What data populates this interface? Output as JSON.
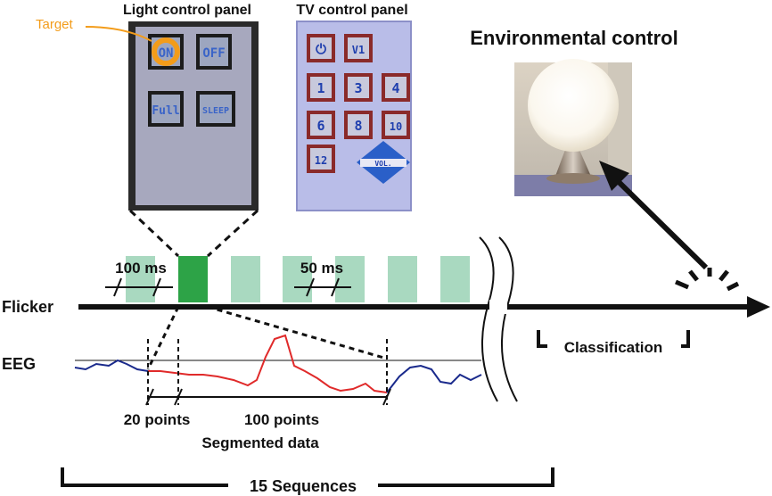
{
  "light_panel": {
    "title": "Light control panel",
    "target_label": "Target",
    "buttons": [
      "ON",
      "OFF",
      "Full",
      "SLEEP"
    ]
  },
  "tv_panel": {
    "title": "TV control panel",
    "buttons": [
      "⏻",
      "V1",
      "1",
      "3",
      "4",
      "6",
      "8",
      "10",
      "12"
    ],
    "vol_label": "VOL."
  },
  "environment": {
    "title": "Environmental control"
  },
  "timeline": {
    "flicker_label": "Flicker",
    "eeg_label": "EEG",
    "flash_duration": "100 ms",
    "gap_duration": "50 ms",
    "pre_points": "20 points",
    "post_points": "100 points",
    "segmented": "Segmented data",
    "sequences": "15 Sequences",
    "classification": "Classification"
  },
  "colors": {
    "target_orange": "#f39c1a",
    "flash_active": "#2da347",
    "flash_inactive": "#a9d9c0",
    "eeg_raw": "#1a2a8c",
    "eeg_segment": "#e02a2a",
    "panel_dark": "#2a2a2a",
    "tv_bg": "#b9bde8",
    "tv_btn_border": "#8a2a2a"
  }
}
